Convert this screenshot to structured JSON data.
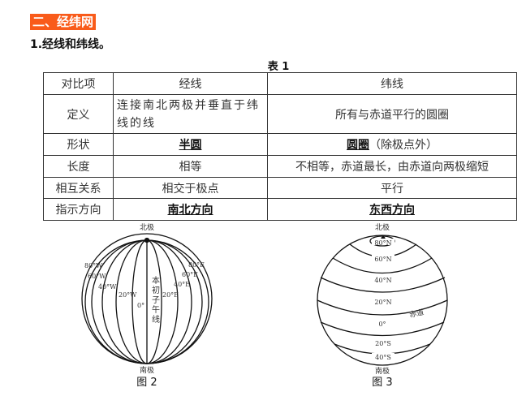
{
  "section_heading": "二、经纬网",
  "subheading": "1.经线和纬线。",
  "table": {
    "caption": "表 1",
    "headers": [
      "对比项",
      "经线",
      "纬线"
    ],
    "rows": [
      [
        "定义",
        "连接南北两极并垂直于纬线的线",
        "所有与赤道平行的圆圈"
      ],
      [
        "形状",
        "半圆",
        "圆圈",
        "（除极点外）"
      ],
      [
        "长度",
        "相等",
        "不相等，赤道最长，由赤道向两极缩短"
      ],
      [
        "相互关系",
        "相交于极点",
        "平行"
      ],
      [
        "指示方向",
        "南北方向",
        "东西方向"
      ]
    ]
  },
  "figure2": {
    "caption": "图 2",
    "north": "北极",
    "south": "南极",
    "prime": "本初子午线",
    "labels": [
      "80°W",
      "60°W",
      "40°W",
      "20°W",
      "0°",
      "20°E",
      "40°E",
      "60°E",
      "80°E"
    ]
  },
  "figure3": {
    "caption": "图 3",
    "north": "北极",
    "south": "南极",
    "equator": "赤道",
    "labels": [
      "80°N",
      "60°N",
      "40°N",
      "20°N",
      "0°",
      "20°S",
      "40°S"
    ]
  }
}
